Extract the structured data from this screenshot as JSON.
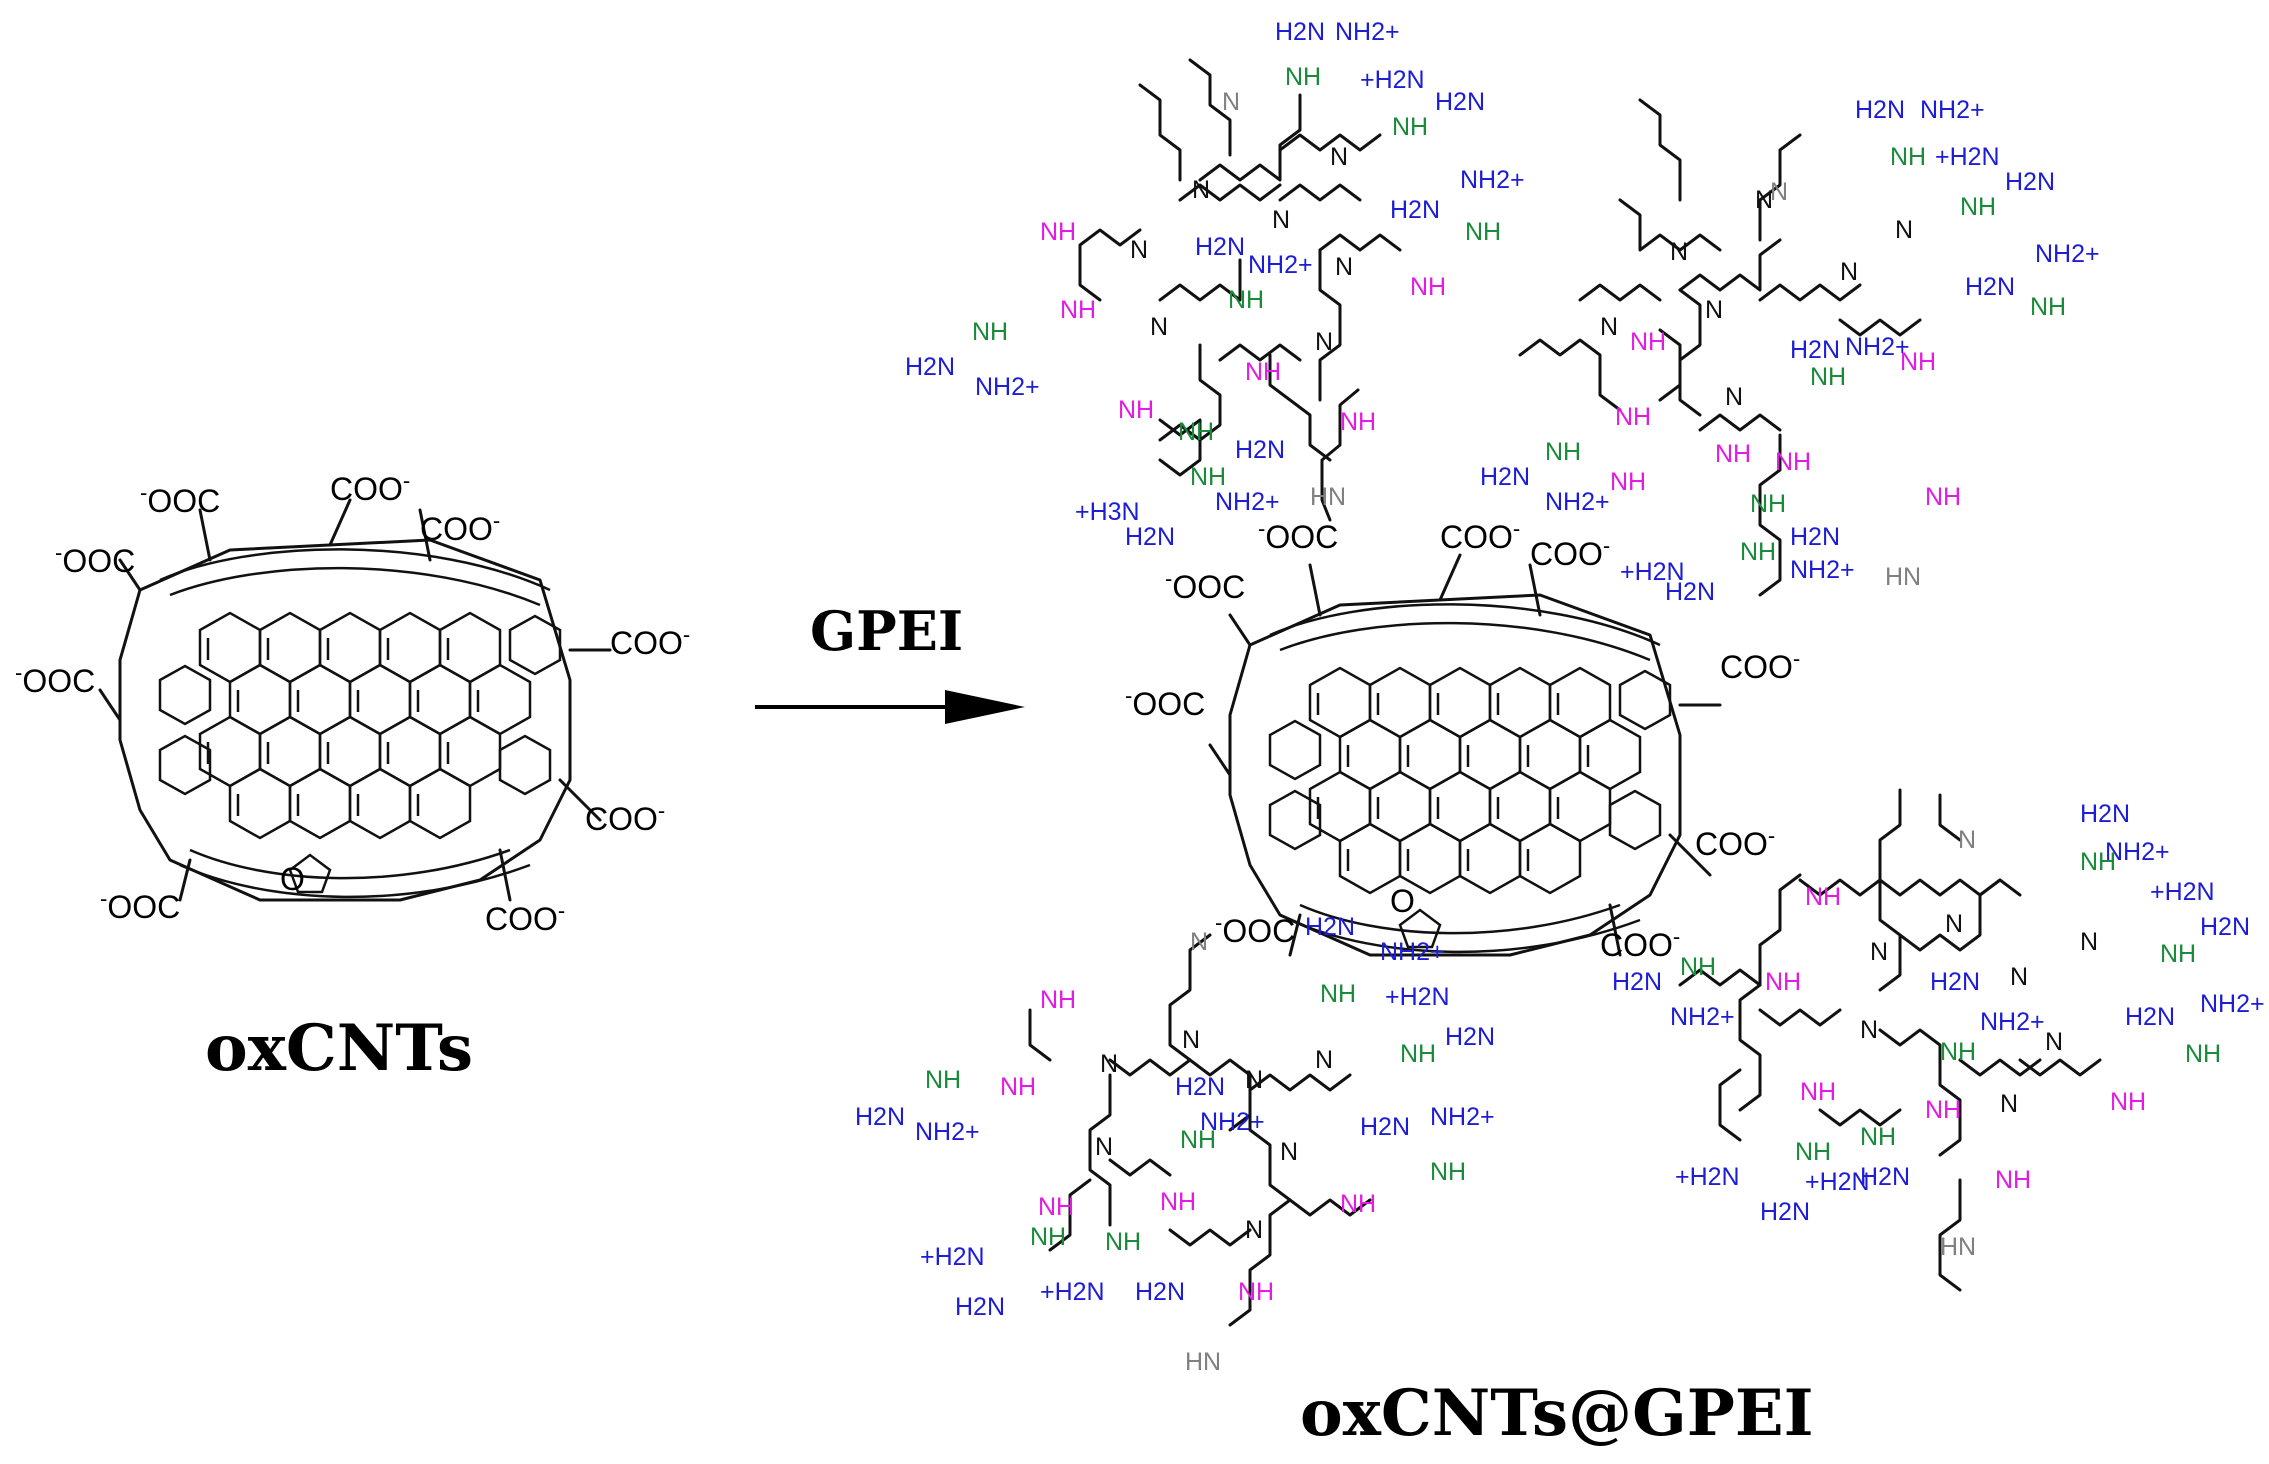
{
  "reactant_label": "oxCNTs",
  "product_label": "oxCNTs@GPEI",
  "reagent_label": "GPEI",
  "carboxylate_label": "COO",
  "carboxylate_left_label": "OOC",
  "charge_minus": "-",
  "ring_oxygen": "O",
  "amine_secondary": "NH",
  "amine_tertiary": "N",
  "amine_methyl": "HN",
  "guanidinium_h2n": "H2N",
  "guanidinium_nh2plus": "NH2+",
  "guanidinium_plus_h2n": "+H2N",
  "guanidinium_plus_h3n": "+H3N",
  "colors": {
    "bond": "#111111",
    "secondary_amine": "#e21ce2",
    "guanidine_nh": "#1b8a3a",
    "guanidinium": "#1d1dd6",
    "terminal_amine": "#808080",
    "text": "#000000"
  }
}
